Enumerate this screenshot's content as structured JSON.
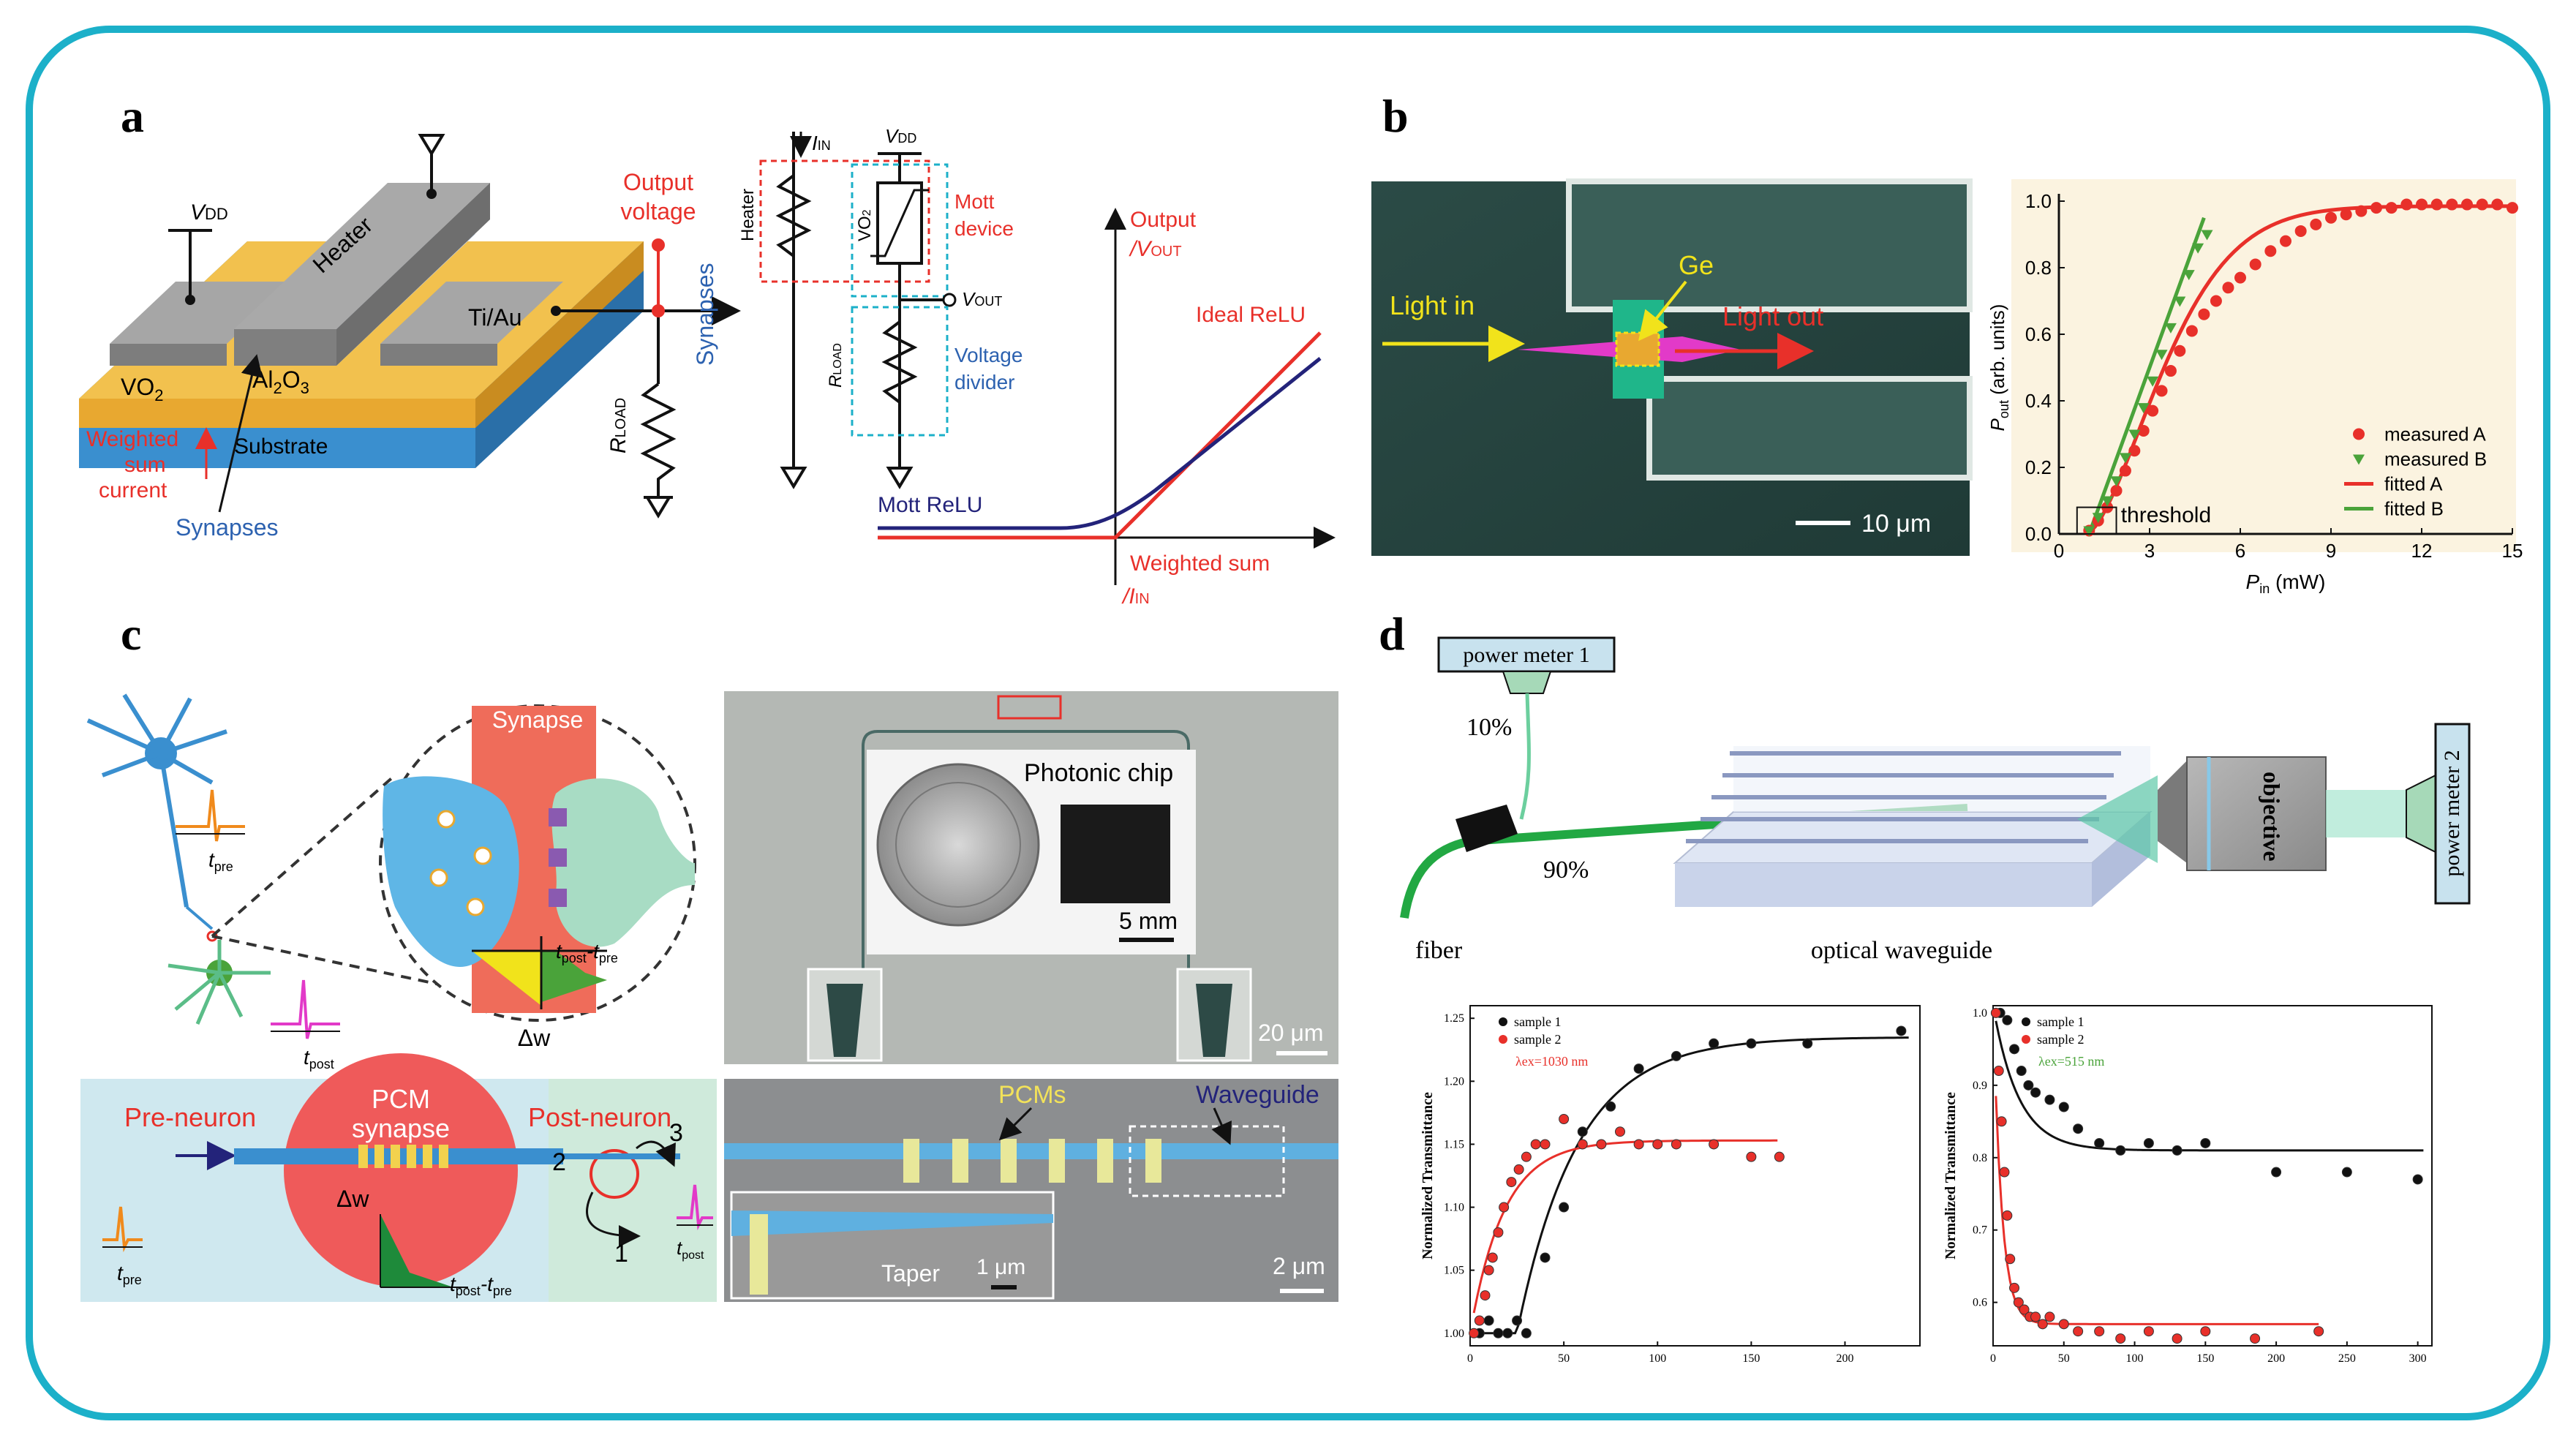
{
  "colors": {
    "frame": "#1cb0c9",
    "red": "#e8302a",
    "blue": "#2d62b0",
    "green": "#4aa33a",
    "vo2": "#f2c14e",
    "substrate": "#3a8fcf",
    "grey": "#9a9a9a",
    "navy": "#23237a"
  },
  "panel_a": {
    "letter": "a",
    "vdd": "V",
    "vdd_sub": "DD",
    "heater": "Heater",
    "tiau": "Ti/Au",
    "vo2": "VO",
    "vo2_sub": "2",
    "al2o3": "Al",
    "al2o3_2": "2",
    "al2o3_o": "O",
    "al2o3_3": "3",
    "substrate": "Substrate",
    "weighted": "Weighted",
    "sum": "sum",
    "current": "current",
    "synapses_bottom": "Synapses",
    "synapses_side": "Synapses",
    "output_voltage_1": "Output",
    "output_voltage_2": "voltage",
    "rload": "R",
    "rload_sub": "LOAD",
    "iin": "I",
    "iin_sub": "IN",
    "circuit_vdd": "V",
    "circuit_vdd_sub": "DD",
    "circuit_heater": "Heater",
    "circuit_vo2": "VO",
    "circuit_vo2_sub": "2",
    "mott_device_1": "Mott",
    "mott_device_2": "device",
    "vout": "V",
    "vout_sub": "OUT",
    "circuit_rload": "R",
    "circuit_rload_sub": "LOAD",
    "voltage_divider_1": "Voltage",
    "voltage_divider_2": "divider",
    "graph_output_1": "Output",
    "graph_output_2": "/V",
    "graph_output_sub": "OUT",
    "ideal_relu": "Ideal ReLU",
    "mott_relu": "Mott ReLU",
    "weighted_sum_1": "Weighted sum",
    "weighted_sum_2": "/I",
    "weighted_sum_sub": "IN"
  },
  "panel_b": {
    "letter": "b",
    "light_in": "Light  in",
    "light_out": "Light out",
    "ge": "Ge",
    "scale": "10 μm",
    "chart_data": {
      "type": "scatter",
      "xlabel": "P",
      "xlabel_sub": "in",
      "xlabel_unit": " (mW)",
      "ylabel": "P",
      "ylabel_sub": "out",
      "ylabel_unit": " (arb. units)",
      "xlim": [
        0,
        15
      ],
      "ylim": [
        0,
        1.0
      ],
      "xticks": [
        "0",
        "3",
        "6",
        "9",
        "12",
        "15"
      ],
      "yticks": [
        "0.0",
        "0.2",
        "0.4",
        "0.6",
        "0.8",
        "1.0"
      ],
      "annotation": "threshold",
      "series": [
        {
          "name": "measured A",
          "marker": "circle",
          "color": "#e8302a",
          "x": [
            1.0,
            1.3,
            1.6,
            1.9,
            2.2,
            2.5,
            2.8,
            3.1,
            3.4,
            3.7,
            4.0,
            4.4,
            4.8,
            5.2,
            5.6,
            6.0,
            6.5,
            7.0,
            7.5,
            8.0,
            8.5,
            9.0,
            9.5,
            10.0,
            10.5,
            11.0,
            11.5,
            12.0,
            12.5,
            13.0,
            13.5,
            14.0,
            14.5,
            15.0
          ],
          "y": [
            0.01,
            0.04,
            0.08,
            0.13,
            0.19,
            0.25,
            0.31,
            0.37,
            0.43,
            0.49,
            0.55,
            0.61,
            0.66,
            0.7,
            0.74,
            0.77,
            0.81,
            0.85,
            0.88,
            0.91,
            0.93,
            0.95,
            0.96,
            0.97,
            0.98,
            0.98,
            0.99,
            0.99,
            0.99,
            0.99,
            0.99,
            0.99,
            0.99,
            0.98
          ]
        },
        {
          "name": "measured B",
          "marker": "triangle",
          "color": "#4aa33a",
          "x": [
            1.0,
            1.3,
            1.6,
            1.9,
            2.2,
            2.5,
            2.8,
            3.1,
            3.4,
            3.7,
            4.0,
            4.3,
            4.6,
            4.9
          ],
          "y": [
            0.01,
            0.05,
            0.1,
            0.16,
            0.23,
            0.3,
            0.38,
            0.46,
            0.54,
            0.62,
            0.7,
            0.78,
            0.86,
            0.9
          ]
        },
        {
          "name": "fitted A",
          "line": true,
          "color": "#e8302a"
        },
        {
          "name": "fitted B",
          "line": true,
          "color": "#4aa33a"
        }
      ]
    }
  },
  "panel_c": {
    "letter": "c",
    "synapse": "Synapse",
    "t_pre": "t",
    "t_pre_sub": "pre",
    "t_post": "t",
    "t_post_sub": "post",
    "tpost_tpre": "t",
    "tpost_tpre_s1": "post",
    "tpost_tpre_m": "-t",
    "tpost_tpre_s2": "pre",
    "delta_w": "Δw",
    "photonic_chip": "Photonic chip",
    "scale_5mm": "5 mm",
    "scale_20um": "20 μm",
    "pre_neuron": "Pre-neuron",
    "pcm_synapse_1": "PCM",
    "pcm_synapse_2": "synapse",
    "post_neuron": "Post-neuron",
    "num_1": "1",
    "num_2": "2",
    "num_3": "3",
    "bl_delta_w": "Δw",
    "bl_tpost_tpre": "t",
    "bl_s1": "post",
    "bl_m": "-t",
    "bl_s2": "pre",
    "bl_tpre": "t",
    "bl_tpre_sub": "pre",
    "bl_tpost": "t",
    "bl_tpost_sub": "post",
    "pcms": "PCMs",
    "waveguide": "Waveguide",
    "taper": "Taper",
    "scale_1um": "1 μm",
    "scale_2um": "2 μm"
  },
  "panel_d": {
    "letter": "d",
    "power_meter_1": "power meter 1",
    "power_meter_2": "power meter 2",
    "pct10": "10%",
    "pct90": "90%",
    "fiber": "fiber",
    "optical_waveguide": "optical waveguide",
    "objective": "objective",
    "chart_data": [
      {
        "type": "scatter",
        "ylabel": "Normalized Transmittance",
        "xlim": [
          0,
          240
        ],
        "ylim": [
          0.99,
          1.26
        ],
        "xticks": [
          "0",
          "50",
          "100",
          "150",
          "200"
        ],
        "yticks": [
          "1.00",
          "1.05",
          "1.10",
          "1.15",
          "1.20",
          "1.25"
        ],
        "annotation": "λex=1030 nm",
        "series": [
          {
            "name": "sample 1",
            "color": "#111111",
            "x": [
              5,
              10,
              15,
              20,
              25,
              30,
              40,
              50,
              60,
              75,
              90,
              110,
              130,
              150,
              180,
              230
            ],
            "y": [
              1.0,
              1.01,
              1.0,
              1.0,
              1.01,
              1.0,
              1.06,
              1.1,
              1.16,
              1.18,
              1.21,
              1.22,
              1.23,
              1.23,
              1.23,
              1.24
            ]
          },
          {
            "name": "sample 2",
            "color": "#e8302a",
            "x": [
              2,
              5,
              8,
              10,
              12,
              15,
              18,
              22,
              26,
              30,
              35,
              40,
              50,
              60,
              70,
              80,
              90,
              100,
              110,
              130,
              150,
              165
            ],
            "y": [
              1.0,
              1.01,
              1.03,
              1.05,
              1.06,
              1.08,
              1.1,
              1.12,
              1.13,
              1.14,
              1.15,
              1.15,
              1.17,
              1.15,
              1.15,
              1.16,
              1.15,
              1.15,
              1.15,
              1.15,
              1.14,
              1.14
            ]
          }
        ]
      },
      {
        "type": "scatter",
        "ylabel": "Normalized Transmittance",
        "xlim": [
          0,
          310
        ],
        "ylim": [
          0.54,
          1.01
        ],
        "xticks": [
          "0",
          "50",
          "100",
          "150",
          "200",
          "250",
          "300"
        ],
        "yticks": [
          "0.6",
          "0.7",
          "0.8",
          "0.9",
          "1.0"
        ],
        "annotation": "λex=515 nm",
        "series": [
          {
            "name": "sample 1",
            "color": "#111111",
            "x": [
              5,
              10,
              15,
              20,
              25,
              30,
              40,
              50,
              60,
              75,
              90,
              110,
              130,
              150,
              200,
              250,
              300
            ],
            "y": [
              1.0,
              0.99,
              0.95,
              0.92,
              0.9,
              0.89,
              0.88,
              0.87,
              0.84,
              0.82,
              0.81,
              0.82,
              0.81,
              0.82,
              0.78,
              0.78,
              0.77
            ]
          },
          {
            "name": "sample 2",
            "color": "#e8302a",
            "x": [
              2,
              4,
              6,
              8,
              10,
              12,
              15,
              18,
              22,
              26,
              30,
              35,
              40,
              50,
              60,
              75,
              90,
              110,
              130,
              150,
              185,
              230
            ],
            "y": [
              1.0,
              0.92,
              0.85,
              0.78,
              0.72,
              0.66,
              0.62,
              0.6,
              0.59,
              0.58,
              0.58,
              0.57,
              0.58,
              0.57,
              0.56,
              0.56,
              0.55,
              0.56,
              0.55,
              0.56,
              0.55,
              0.56
            ]
          }
        ]
      }
    ]
  }
}
